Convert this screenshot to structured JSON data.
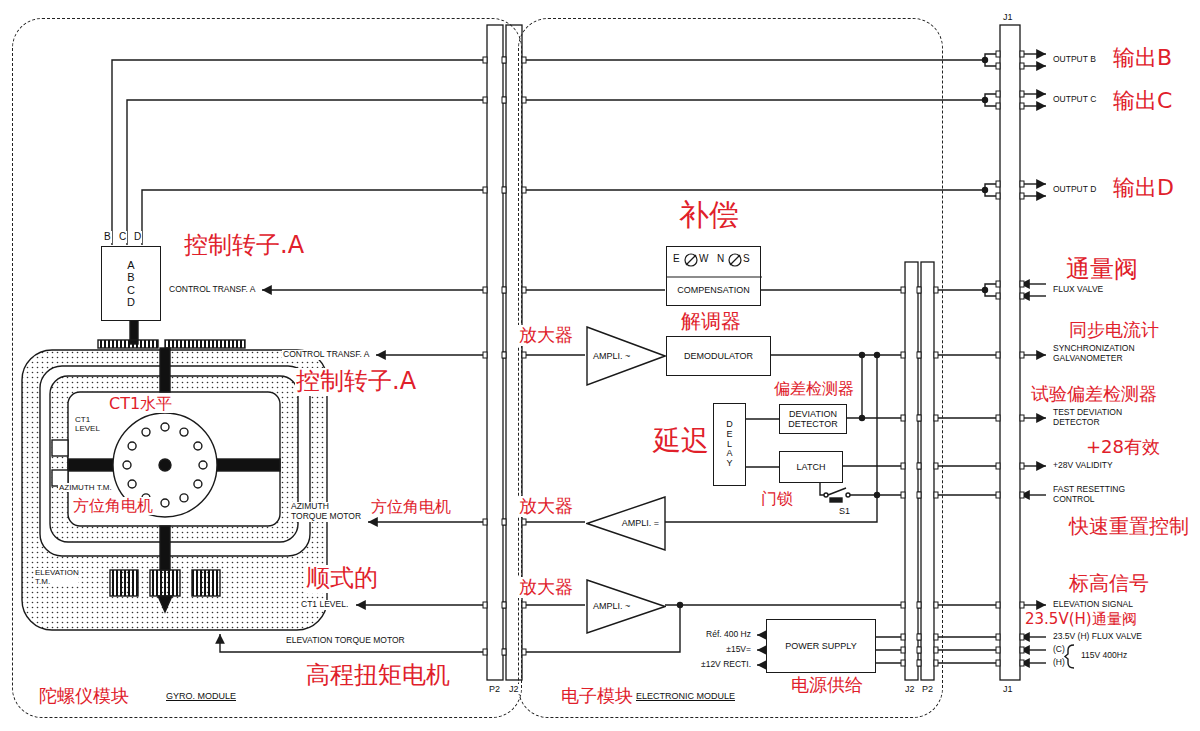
{
  "diagram": {
    "nodes": [
      {
        "text": [
          "陀螺仪模块",
          "GYRO. MODULE"
        ]
      },
      {
        "text": [
          "A B C D"
        ],
        "in": 0
      },
      {
        "text": [
          "电子模块",
          "ELECTRONIC MODULE"
        ]
      },
      {
        "text": [
          "E",
          "W",
          "N",
          "S",
          "COMPENSATION"
        ],
        "in": 2
      },
      {
        "text": [
          "AMPLI. ~"
        ],
        "in": 2
      },
      {
        "text": [
          "DEMODULATOR"
        ],
        "in": 2
      },
      {
        "text": [
          "DELAY"
        ],
        "in": 2
      },
      {
        "text": [
          "DEVIATION DETECTOR"
        ],
        "in": 2
      },
      {
        "text": [
          "LATCH"
        ],
        "in": 2
      },
      {
        "text": [
          "AMPLI. ="
        ],
        "in": 2
      },
      {
        "text": [
          "AMPLI. ~"
        ],
        "in": 2
      },
      {
        "text": [
          "POWER SUPPLY"
        ],
        "in": 2
      }
    ],
    "edges": [
      {
        "from": 4,
        "to": 5,
        "arrow": "none"
      },
      {
        "from": 6,
        "to": 7,
        "arrow": "none"
      },
      {
        "from": 6,
        "to": 8,
        "arrow": "none"
      }
    ],
    "labels": [
      "输出B",
      "OUTPUT B",
      "输出C",
      "OUTPUT C",
      "输出D",
      "OUTPUT D",
      "B",
      "C",
      "D",
      "控制转子.A",
      "CONTROL TRANSF. A",
      "补偿",
      "通量阀",
      "FLUX VALVE",
      "CONTROL TRANSF. A",
      "控制转子.A",
      "放大器",
      "解调器",
      "同步电流计",
      "SYNCHRONIZATION GALVANOMETER",
      "偏差检测器",
      "试验偏差检测器",
      "TEST DEVIATION DETECTOR",
      "延迟",
      "+28有效",
      "+28V VALIDITY",
      "门锁",
      "S1",
      "FAST RESETTING CONTROL",
      "快速重置控制",
      "CT1水平",
      "CT1 LEVEL",
      "AZIMUTH T.M.",
      "方位角电机",
      "AZIMUTH TORQUE MOTOR",
      "方位角电机",
      "放大器",
      "ELEVATION T.M.",
      "顺式的",
      "CT1 LEVEL.",
      "放大器",
      "标高信号",
      "ELEVATION SIGNAL",
      "23.5V(H)通量阀",
      "23.5V (H) FLUX VALVE",
      "Réf. 400 Hz",
      "±15V=",
      "±12V RECTI.",
      "电源供给",
      "(C)",
      "(H)",
      "115V 400Hz",
      "ELEVATION TORQUE MOTOR",
      "高程扭矩电机",
      "P2",
      "J2",
      "J2",
      "P2",
      "J1",
      "J1"
    ]
  }
}
